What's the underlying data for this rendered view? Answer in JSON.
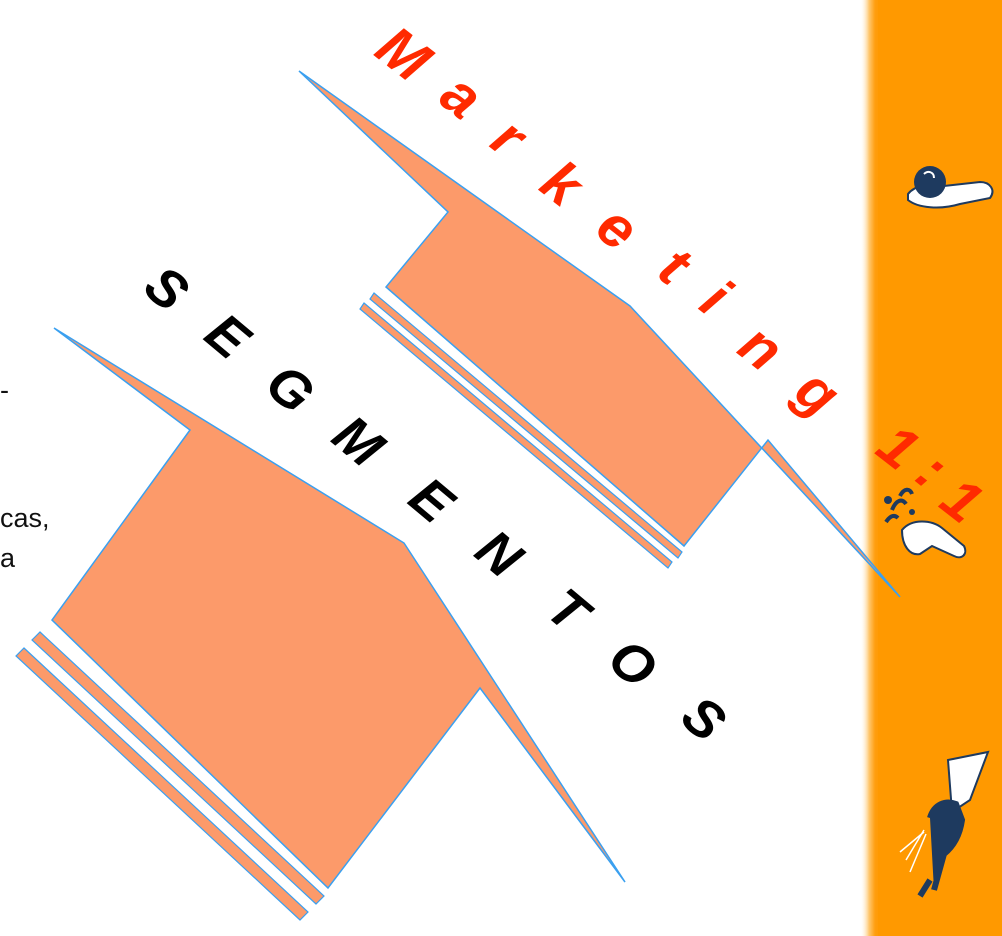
{
  "text_snippets": [
    "-",
    "cas,",
    "a"
  ],
  "title_marketing": "Marketing",
  "title_ratio": "1:1",
  "title_segmentos": "SEGMENTOS",
  "colors": {
    "arrow_fill": "#FC9A6A",
    "arrow_stroke": "#3AA0F0",
    "marketing_text": "#FF2A00",
    "segmentos_text": "#000000",
    "sidebar_orange": "#FF9900",
    "icon_navy": "#1E3A5F"
  },
  "icons": [
    "hand-holding-ball-icon",
    "hand-splash-icon",
    "hand-spray-bottle-icon"
  ]
}
